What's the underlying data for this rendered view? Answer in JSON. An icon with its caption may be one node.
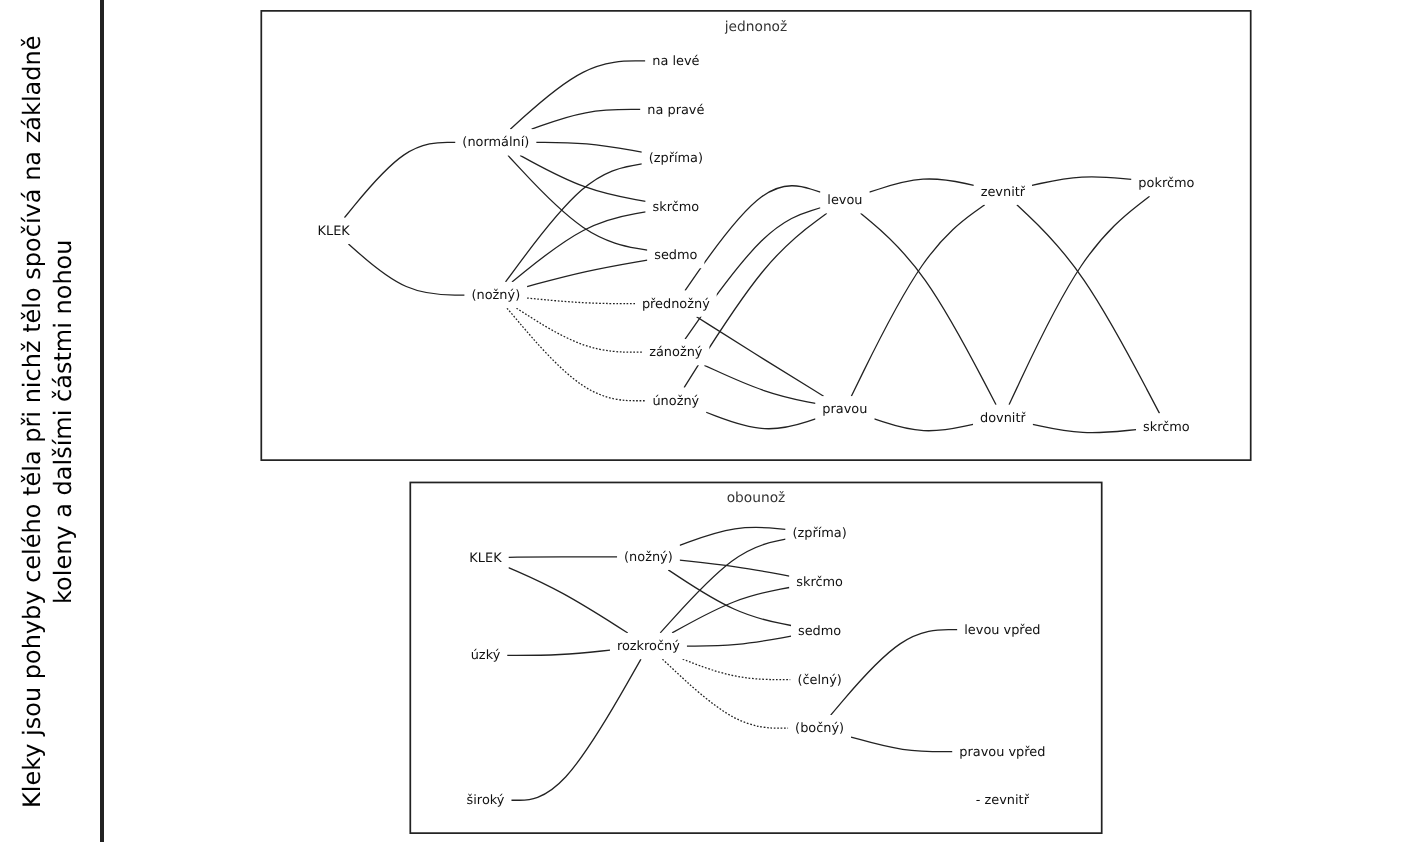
{
  "diagram": {
    "nodes": [
      {
        "text": [
          "jednonož"
        ]
      },
      {
        "text": [
          "KLEK"
        ],
        "in": 0
      },
      {
        "text": [
          "(normální)"
        ],
        "in": 0
      },
      {
        "text": [
          "(nožný)"
        ],
        "in": 0
      },
      {
        "text": [
          "(zpříma)"
        ],
        "in": 0
      },
      {
        "text": [
          "skrčmo"
        ],
        "in": 0
      },
      {
        "text": [
          "sedmo"
        ],
        "in": 0
      },
      {
        "text": [
          "na levé"
        ],
        "in": 0
      },
      {
        "text": [
          "na pravé"
        ],
        "in": 0
      },
      {
        "text": [
          "přednožný"
        ],
        "in": 0
      },
      {
        "text": [
          "zánožný"
        ],
        "in": 0
      },
      {
        "text": [
          "únožný"
        ],
        "in": 0
      },
      {
        "text": [
          "levou"
        ],
        "in": 0
      },
      {
        "text": [
          "pravou"
        ],
        "in": 0
      },
      {
        "text": [
          "zevnitř"
        ],
        "in": 0
      },
      {
        "text": [
          "dovnitř"
        ],
        "in": 0
      },
      {
        "text": [
          "pokrčmo"
        ],
        "in": 0
      },
      {
        "text": [
          "skrčmo"
        ],
        "in": 0
      },
      {
        "text": [
          "obounož"
        ]
      },
      {
        "text": [
          "KLEK"
        ],
        "in": 18
      },
      {
        "text": [
          "(nožný)"
        ],
        "in": 18
      },
      {
        "text": [
          "úzký"
        ],
        "in": 18
      },
      {
        "text": [
          "široký"
        ],
        "in": 18
      },
      {
        "text": [
          "rozkročný"
        ],
        "in": 18
      },
      {
        "text": [
          "(zpříma)"
        ],
        "in": 18
      },
      {
        "text": [
          "skrčmo"
        ],
        "in": 18
      },
      {
        "text": [
          "sedmo"
        ],
        "in": 18
      },
      {
        "text": [
          "(čelný)"
        ],
        "in": 18
      },
      {
        "text": [
          "(bočný)"
        ],
        "in": 18
      },
      {
        "text": [
          "levou vpřed"
        ],
        "in": 18
      },
      {
        "text": [
          "pravou vpřed"
        ],
        "in": 18
      },
      {
        "text": [
          "- zevnitř"
        ],
        "in": 18
      }
    ],
    "edges": [
      {
        "from": 1,
        "to": 2,
        "arrow": "none"
      },
      {
        "from": 1,
        "to": 3,
        "arrow": "none"
      },
      {
        "from": 2,
        "to": 7,
        "arrow": "none"
      },
      {
        "from": 2,
        "to": 8,
        "arrow": "none"
      },
      {
        "from": 2,
        "to": 4,
        "arrow": "none"
      },
      {
        "from": 2,
        "to": 5,
        "arrow": "none"
      },
      {
        "from": 2,
        "to": 6,
        "arrow": "none"
      },
      {
        "from": 3,
        "to": 4,
        "arrow": "none"
      },
      {
        "from": 3,
        "to": 5,
        "arrow": "none"
      },
      {
        "from": 3,
        "to": 6,
        "arrow": "none"
      },
      {
        "from": 3,
        "to": 9,
        "arrow": "none",
        "style": "dashed"
      },
      {
        "from": 3,
        "to": 10,
        "arrow": "none",
        "style": "dashed"
      },
      {
        "from": 3,
        "to": 11,
        "arrow": "none",
        "style": "dashed"
      },
      {
        "from": 9,
        "to": 12,
        "arrow": "none"
      },
      {
        "from": 9,
        "to": 13,
        "arrow": "none"
      },
      {
        "from": 10,
        "to": 12,
        "arrow": "none"
      },
      {
        "from": 10,
        "to": 13,
        "arrow": "none"
      },
      {
        "from": 11,
        "to": 12,
        "arrow": "none"
      },
      {
        "from": 11,
        "to": 13,
        "arrow": "none"
      },
      {
        "from": 12,
        "to": 14,
        "arrow": "none"
      },
      {
        "from": 12,
        "to": 15,
        "arrow": "none"
      },
      {
        "from": 13,
        "to": 14,
        "arrow": "none"
      },
      {
        "from": 13,
        "to": 15,
        "arrow": "none"
      },
      {
        "from": 14,
        "to": 16,
        "arrow": "none"
      },
      {
        "from": 14,
        "to": 17,
        "arrow": "none"
      },
      {
        "from": 15,
        "to": 16,
        "arrow": "none"
      },
      {
        "from": 15,
        "to": 17,
        "arrow": "none"
      },
      {
        "from": 19,
        "to": 20,
        "arrow": "none"
      },
      {
        "from": 19,
        "to": 23,
        "arrow": "none"
      },
      {
        "from": 21,
        "to": 23,
        "arrow": "none"
      },
      {
        "from": 22,
        "to": 23,
        "arrow": "none"
      },
      {
        "from": 20,
        "to": 24,
        "arrow": "none"
      },
      {
        "from": 20,
        "to": 25,
        "arrow": "none"
      },
      {
        "from": 20,
        "to": 26,
        "arrow": "none"
      },
      {
        "from": 23,
        "to": 24,
        "arrow": "none"
      },
      {
        "from": 23,
        "to": 25,
        "arrow": "none"
      },
      {
        "from": 23,
        "to": 26,
        "arrow": "none"
      },
      {
        "from": 23,
        "to": 27,
        "arrow": "none",
        "style": "dashed"
      },
      {
        "from": 23,
        "to": 28,
        "arrow": "none",
        "style": "dashed"
      },
      {
        "from": 28,
        "to": 29,
        "arrow": "none"
      },
      {
        "from": 28,
        "to": 30,
        "arrow": "none"
      }
    ],
    "labels": [
      "Kleky jsou pohyby celého těla při nichž tělo spočívá na základně koleny a dalšími částmi nohou"
    ]
  }
}
